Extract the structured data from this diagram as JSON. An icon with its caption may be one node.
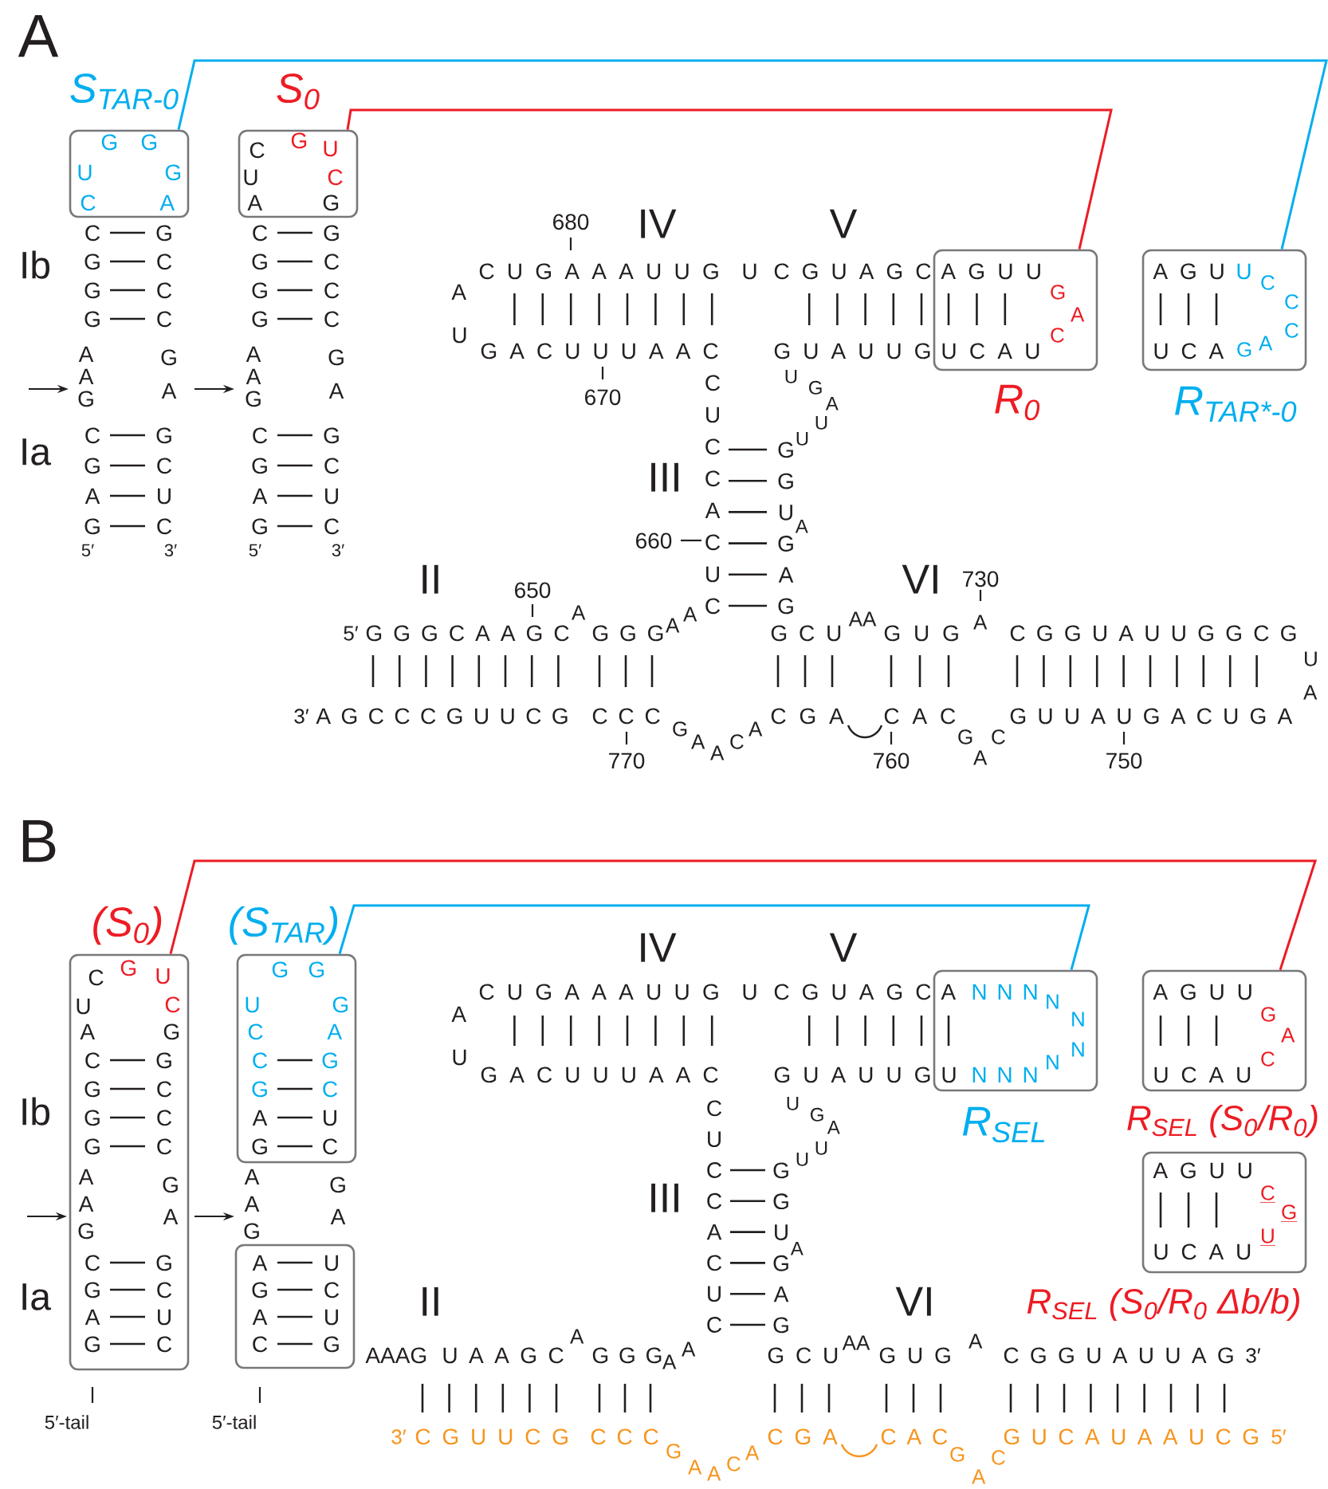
{
  "diagram": {
    "nodes": [
      {
        "text": [
          "S$_{TAR-0}$",
          "G",
          "G",
          "U",
          "G",
          "C",
          "A"
        ]
      },
      {
        "text": [
          "S$_{0}$",
          "C",
          "G",
          "U",
          "U",
          "C",
          "A",
          "G"
        ]
      },
      {
        "text": [
          "A G U U",
          "G",
          "A",
          "C",
          "U C A U",
          "R$_{0}$"
        ]
      },
      {
        "text": [
          "A G U",
          "U",
          "C",
          "C",
          "C",
          "U C A",
          "G",
          "A",
          "R$_{TAR*-0}$"
        ]
      },
      {
        "text": [
          "(S$_{0}$)",
          "C",
          "G",
          "U",
          "U",
          "C",
          "A",
          "G",
          "C G G G",
          "G C C C",
          "A A G",
          "G A",
          "C G A G",
          "G C U C"
        ]
      },
      {
        "text": [
          "(S$_{TAR}$)",
          "G",
          "G",
          "U",
          "G",
          "C",
          "A",
          "C G",
          "G C",
          "A G",
          "U C"
        ]
      },
      {
        "text": [
          "A G A C",
          "U C U G"
        ]
      },
      {
        "text": [
          "A",
          "N N N",
          "N",
          "N",
          "N",
          "N",
          "U",
          "N N N",
          "R$_{SEL}$"
        ]
      },
      {
        "text": [
          "A G U U",
          "G",
          "A",
          "C",
          "U C A U",
          "R$_{SEL}$ (S$_{0}$/R$_{0}$)"
        ]
      },
      {
        "text": [
          "A G U U",
          "C",
          "G",
          "U",
          "U C A U",
          "R$_{SEL}$ (S$_{0}$/R$_{0}$ Δb/b)"
        ]
      }
    ],
    "edges": [
      {
        "from": 0,
        "to": 3,
        "arrow": "none",
        "color": "#00aeef"
      },
      {
        "from": 1,
        "to": 2,
        "arrow": "none",
        "color": "#ed1c24"
      },
      {
        "from": 4,
        "to": 8,
        "arrow": "none",
        "color": "#ed1c24"
      },
      {
        "from": 5,
        "to": 7,
        "arrow": "none",
        "color": "#00aeef"
      }
    ],
    "labels": [
      "A",
      "Ib",
      "Ia",
      "C G G G",
      "G C C C",
      "A A G",
      "G A",
      "C G A G",
      "G C U C",
      "5′",
      "3′",
      "C G G G",
      "G C C C",
      "A A G",
      "G A",
      "C G A G",
      "G C U C",
      "5′",
      "3′",
      "680",
      "IV",
      "V",
      "C U G A A A U U G",
      "U",
      "C G U A G C",
      "A",
      "U",
      "G A C U U U A A C",
      "G U A U U G",
      "670",
      "C U C C A C U C",
      "U",
      "G",
      "A",
      "U",
      "U",
      "G G U G A G",
      "A",
      "III",
      "660",
      "II",
      "650",
      "VI",
      "730",
      "5′",
      "G G G C A A G C",
      "A",
      "G G G",
      "A",
      "A",
      "G C U",
      "AA",
      "G U G",
      "A",
      "C G G U A U U G G C G",
      "U",
      "A",
      "3′",
      "A G C C C G U U C G",
      "C C C",
      "G",
      "A",
      "A",
      "C",
      "A",
      "C G A",
      "C A C",
      "G",
      "A",
      "C",
      "G U U A U G A C U G A",
      "770",
      "760",
      "750",
      "B",
      "Ib",
      "Ia",
      "5′-tail",
      "5′-tail",
      "A A G",
      "G A",
      "IV",
      "V",
      "C U G A A A U U G",
      "U",
      "C G U A G C",
      "A",
      "U",
      "G A C U U U A A C",
      "G U A U U G",
      "C U C C A C U C",
      "U",
      "G",
      "A",
      "U",
      "U",
      "G G U G A G",
      "A",
      "III",
      "II",
      "VI",
      "AAAG",
      "U A A G C",
      "A",
      "G G G",
      "A",
      "A",
      "G C U",
      "AA",
      "G U G",
      "A",
      "C G G U A U U A G",
      "3′",
      "3′",
      "C G U U C G",
      "C C C",
      "G",
      "A",
      "A",
      "C",
      "A",
      "C G A",
      "C A C",
      "G",
      "A",
      "C",
      "G U C A U A A U C G",
      "5′"
    ]
  }
}
